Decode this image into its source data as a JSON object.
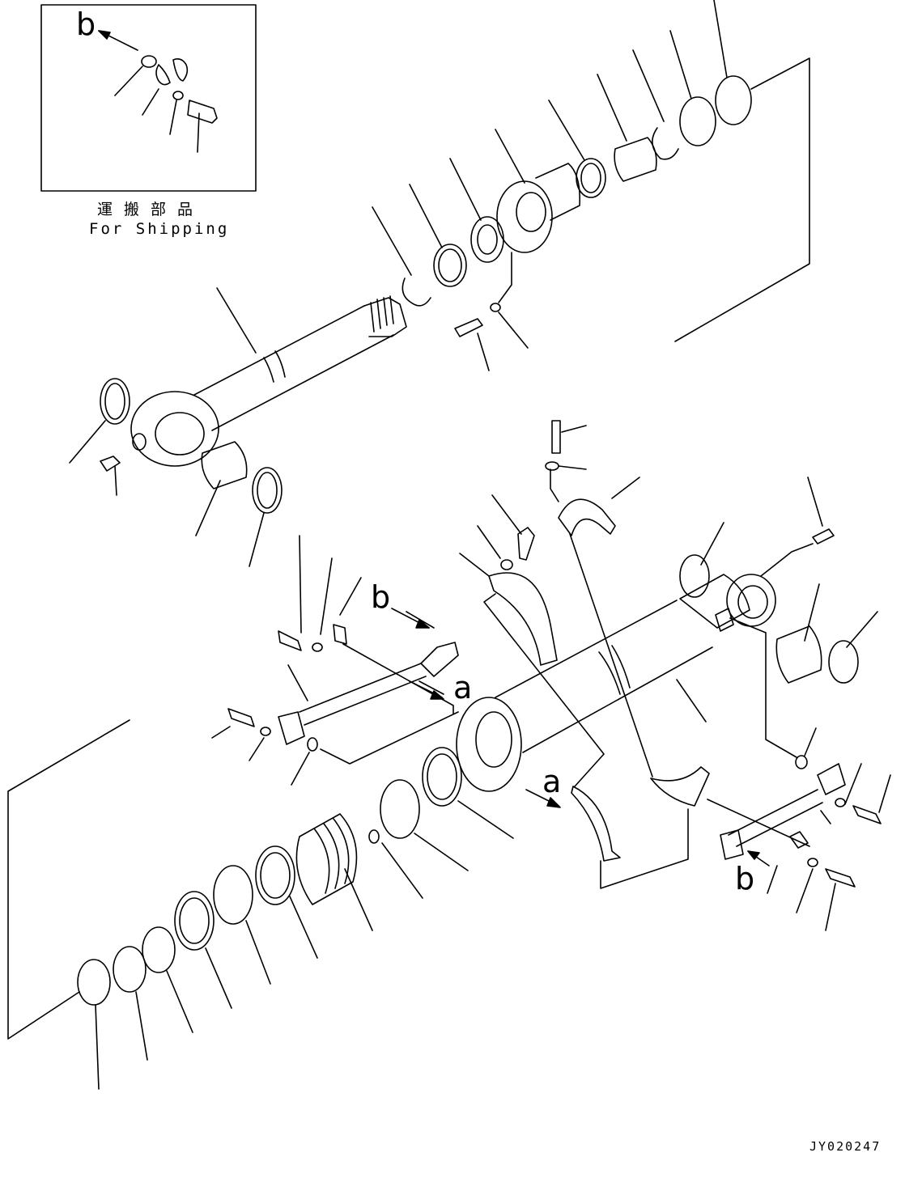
{
  "inset": {
    "caption_jp": "運搬部品",
    "caption_en": "For Shipping"
  },
  "labels": {
    "b": "b",
    "a": "a"
  },
  "drawing_code": "JY020247"
}
